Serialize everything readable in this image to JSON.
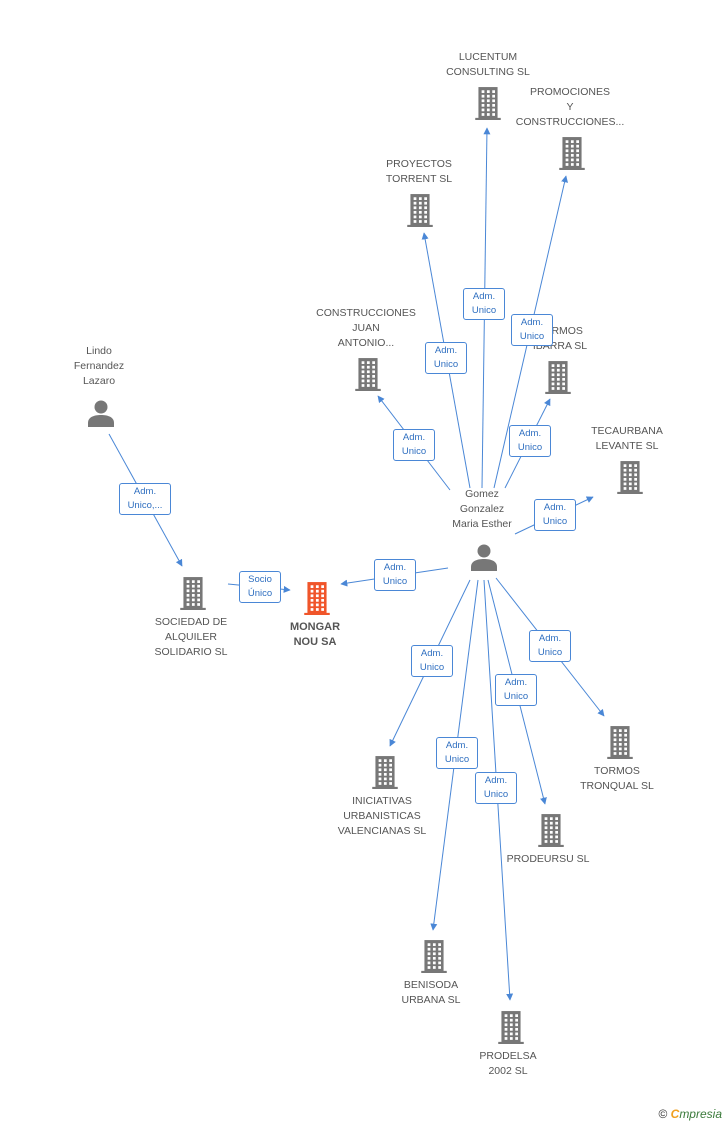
{
  "colors": {
    "edge": "#4a87d6",
    "company": "#777777",
    "main_company": "#f0552a",
    "person": "#777777",
    "label_text": "#555555"
  },
  "nodes": [
    {
      "id": "lucentum",
      "type": "company",
      "label": [
        "LUCENTUM",
        "CONSULTING SL"
      ]
    },
    {
      "id": "promociones",
      "type": "company",
      "label": [
        "PROMOCIONES",
        "Y",
        "CONSTRUCCIONES..."
      ]
    },
    {
      "id": "proyectos",
      "type": "company",
      "label": [
        "PROYECTOS",
        "TORRENT SL"
      ]
    },
    {
      "id": "construcciones",
      "type": "company",
      "label": [
        "CONSTRUCCIONES",
        "JUAN",
        "ANTONIO..."
      ]
    },
    {
      "id": "tormos_ibarra",
      "type": "company",
      "label": [
        "TORMOS",
        "IBARRA SL"
      ]
    },
    {
      "id": "tecaurbana",
      "type": "company",
      "label": [
        "TECAURBANA",
        "LEVANTE SL"
      ]
    },
    {
      "id": "gomez",
      "type": "person",
      "label": [
        "Gomez",
        "Gonzalez",
        "Maria Esther"
      ]
    },
    {
      "id": "lindo",
      "type": "person",
      "label": [
        "Lindo",
        "Fernandez",
        "Lazaro"
      ]
    },
    {
      "id": "sociedad",
      "type": "company",
      "label": [
        "SOCIEDAD DE",
        "ALQUILER",
        "SOLIDARIO  SL"
      ]
    },
    {
      "id": "mongar",
      "type": "main",
      "label": [
        "MONGAR",
        "NOU SA"
      ]
    },
    {
      "id": "iniciativas",
      "type": "company",
      "label": [
        "INICIATIVAS",
        "URBANISTICAS",
        "VALENCIANAS SL"
      ]
    },
    {
      "id": "tormos_tronqual",
      "type": "company",
      "label": [
        "TORMOS",
        "TRONQUAL SL"
      ]
    },
    {
      "id": "prodeursu",
      "type": "company",
      "label": [
        "PRODEURSU SL"
      ]
    },
    {
      "id": "benisoda",
      "type": "company",
      "label": [
        "BENISODA",
        "URBANA SL"
      ]
    },
    {
      "id": "prodelsa",
      "type": "company",
      "label": [
        "PRODELSA",
        "2002 SL"
      ]
    }
  ],
  "edges": [
    {
      "from": "gomez",
      "to": "lucentum",
      "label": [
        "Adm.",
        "Unico"
      ]
    },
    {
      "from": "gomez",
      "to": "promociones",
      "label": [
        "Adm.",
        "Unico"
      ]
    },
    {
      "from": "gomez",
      "to": "proyectos",
      "label": [
        "Adm.",
        "Unico"
      ]
    },
    {
      "from": "gomez",
      "to": "construcciones",
      "label": [
        "Adm.",
        "Unico"
      ]
    },
    {
      "from": "gomez",
      "to": "tormos_ibarra",
      "label": [
        "Adm.",
        "Unico"
      ]
    },
    {
      "from": "gomez",
      "to": "tecaurbana",
      "label": [
        "Adm.",
        "Unico"
      ]
    },
    {
      "from": "gomez",
      "to": "mongar",
      "label": [
        "Adm.",
        "Unico"
      ]
    },
    {
      "from": "lindo",
      "to": "sociedad",
      "label": [
        "Adm.",
        "Unico,..."
      ]
    },
    {
      "from": "sociedad",
      "to": "mongar",
      "label": [
        "Socio",
        "Único"
      ]
    },
    {
      "from": "gomez",
      "to": "iniciativas",
      "label": [
        "Adm.",
        "Unico"
      ]
    },
    {
      "from": "gomez",
      "to": "tormos_tronqual",
      "label": [
        "Adm.",
        "Unico"
      ]
    },
    {
      "from": "gomez",
      "to": "prodeursu",
      "label": [
        "Adm.",
        "Unico"
      ]
    },
    {
      "from": "gomez",
      "to": "benisoda",
      "label": [
        "Adm.",
        "Unico"
      ]
    },
    {
      "from": "gomez",
      "to": "prodelsa",
      "label": [
        "Adm.",
        "Unico"
      ]
    }
  ],
  "footer": {
    "copyright_symbol": "©",
    "brand_first": "C",
    "brand_rest": "mpresia"
  }
}
